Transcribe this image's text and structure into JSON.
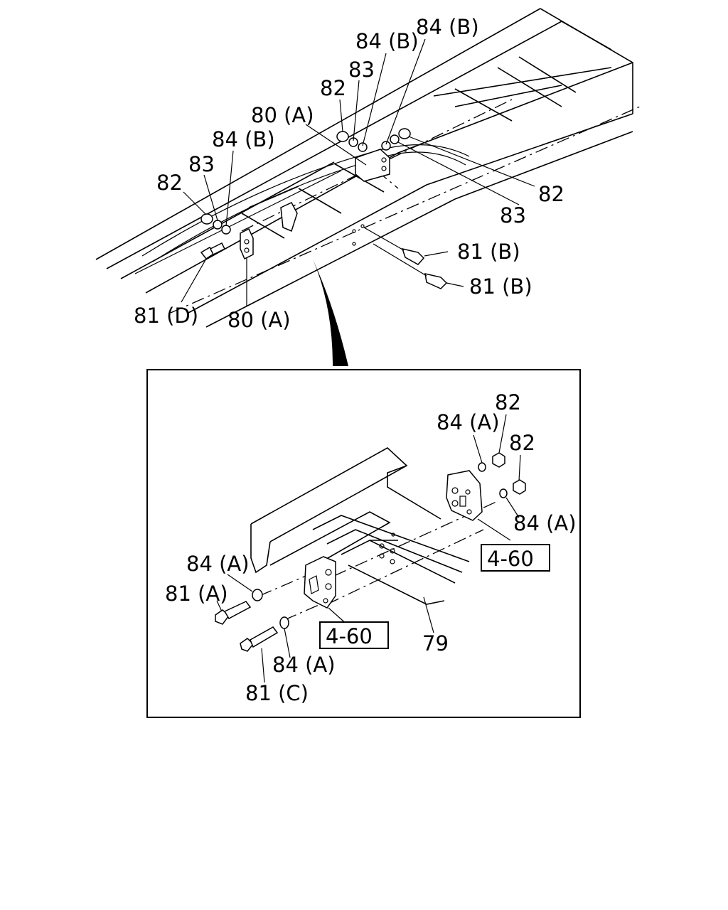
{
  "callouts": {
    "top_84b_a": "84 (B)",
    "top_84b_b": "84 (B)",
    "top_83_a": "83",
    "top_82_a": "82",
    "top_80a_a": "80 (A)",
    "top_84b_c": "84 (B)",
    "top_83_b": "83",
    "top_82_b": "82",
    "top_82_c": "82",
    "top_83_c": "83",
    "top_81b_a": "81 (B)",
    "top_81b_b": "81 (B)",
    "top_81d": "81 (D)",
    "top_80a_b": "80 (A)",
    "inset_82_a": "82",
    "inset_84a_a": "84 (A)",
    "inset_82_b": "82",
    "inset_84a_b": "84 (A)",
    "inset_84a_c": "84 (A)",
    "inset_81a": "81 (A)",
    "inset_84a_d": "84 (A)",
    "inset_81c": "81 (C)",
    "inset_79": "79"
  },
  "references": {
    "ref_right": "4-60",
    "ref_left": "4-60"
  }
}
